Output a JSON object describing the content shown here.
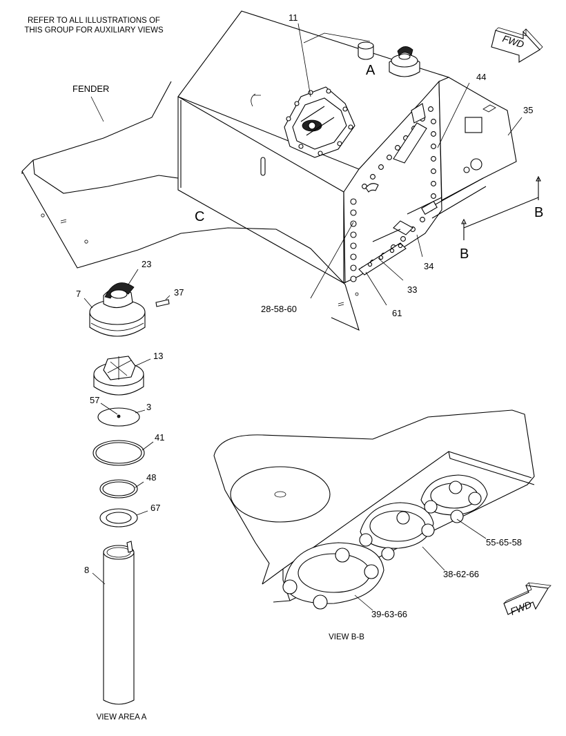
{
  "notes": {
    "line1": "REFER TO ALL ILLUSTRATIONS OF",
    "line2": "THIS GROUP FOR AUXILIARY VIEWS"
  },
  "labels": {
    "fender": "FENDER",
    "view_a_marker": "A",
    "view_c_marker": "C",
    "section_b_right": "B",
    "section_b_left": "B",
    "fwd": "FWD",
    "view_bb_caption": "VIEW B-B",
    "view_area_a_caption": "VIEW AREA  A"
  },
  "callouts": {
    "c11": "11",
    "c44": "44",
    "c35": "35",
    "c34": "34",
    "c33": "33",
    "c61": "61",
    "c28_58_60": "28-58-60",
    "c23": "23",
    "c7": "7",
    "c37": "37",
    "c13": "13",
    "c57": "57",
    "c3": "3",
    "c41": "41",
    "c48": "48",
    "c67": "67",
    "c8": "8",
    "c55_65_58": "55-65-58",
    "c38_62_66": "38-62-66",
    "c39_63_66": "39-63-66"
  }
}
